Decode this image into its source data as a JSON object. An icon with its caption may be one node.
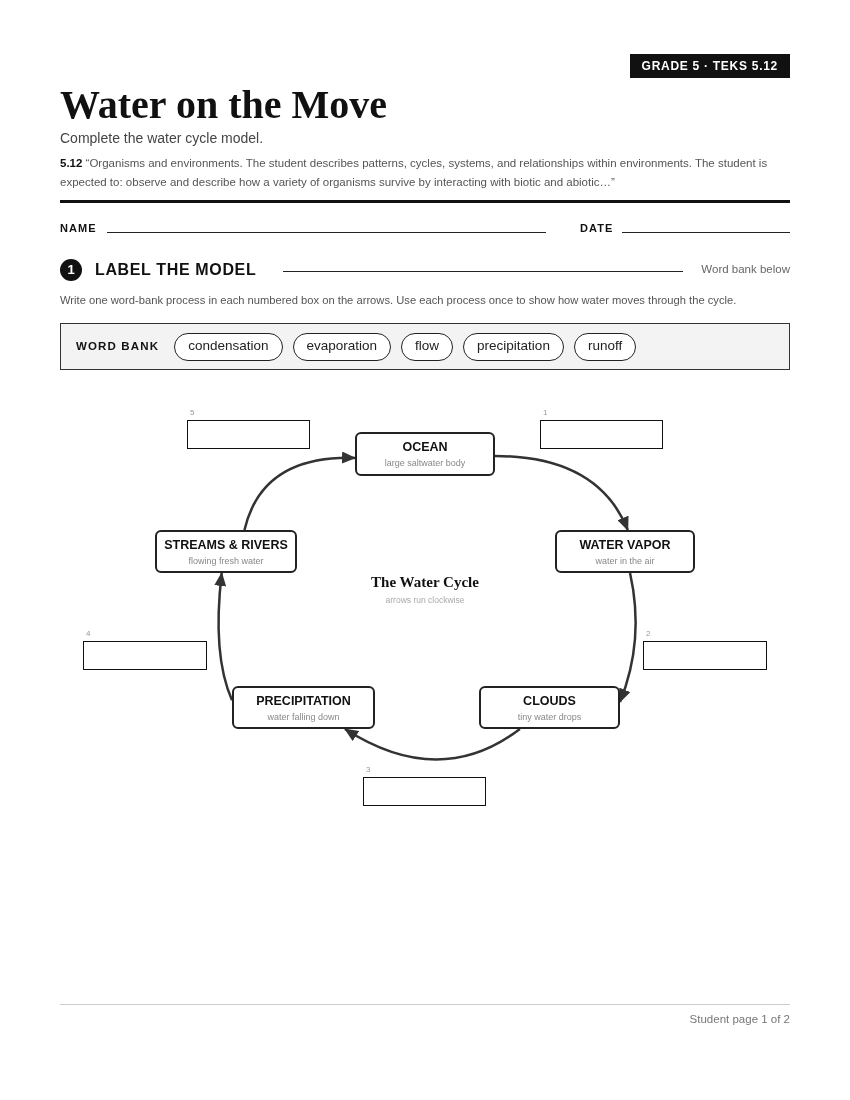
{
  "diagram": {
    "title": "Water on the Move",
    "nodes": [
      {
        "text": [
          "GRADE 5 · TEKS 5.12"
        ]
      },
      {
        "text": [
          "1"
        ]
      },
      {
        "text": [
          "WORD BANK"
        ]
      },
      {
        "text": [
          "condensation"
        ],
        "in": 2
      },
      {
        "text": [
          "evaporation"
        ],
        "in": 2
      },
      {
        "text": [
          "flow"
        ],
        "in": 2
      },
      {
        "text": [
          "precipitation"
        ],
        "in": 2
      },
      {
        "text": [
          "runoff"
        ],
        "in": 2
      },
      {
        "text": [],
        "shape": "box",
        "beside": [
          "5"
        ]
      },
      {
        "text": [
          "OCEAN",
          "large saltwater body"
        ]
      },
      {
        "text": [],
        "shape": "box",
        "beside": [
          "1"
        ]
      },
      {
        "text": [
          "STREAMS & RIVERS",
          "flowing fresh water"
        ]
      },
      {
        "text": [
          "WATER VAPOR",
          "water in the air"
        ]
      },
      {
        "text": [],
        "shape": "box",
        "beside": [
          "4"
        ]
      },
      {
        "text": [],
        "shape": "box",
        "beside": [
          "2"
        ]
      },
      {
        "text": [
          "PRECIPITATION",
          "water falling down"
        ]
      },
      {
        "text": [
          "CLOUDS",
          "tiny water drops"
        ]
      },
      {
        "text": [],
        "shape": "box",
        "beside": [
          "3"
        ]
      }
    ],
    "edges": [
      {
        "from": 9,
        "to": 12,
        "arrow": "to"
      },
      {
        "from": 12,
        "to": 16,
        "arrow": "to"
      },
      {
        "from": 16,
        "to": 15,
        "arrow": "to"
      },
      {
        "from": 15,
        "to": 11,
        "arrow": "to"
      },
      {
        "from": 11,
        "to": 9,
        "arrow": "to"
      }
    ],
    "labels": [
      "Complete the water cycle model.",
      "**5.12** “Organisms and environments. The student describes patterns, cycles, systems, and relationships within environments. The student is expected to: observe and describe how a variety of organisms survive by interacting with biotic and abiotic…”",
      "NAME",
      "DATE",
      "LABEL THE MODEL",
      "Word bank below",
      "Write one word-bank process in each numbered box on the arrows. Use each process once to show how water moves through the cycle.",
      "The Water Cycle",
      "arrows run clockwise",
      "Student page 1 of 2"
    ]
  }
}
